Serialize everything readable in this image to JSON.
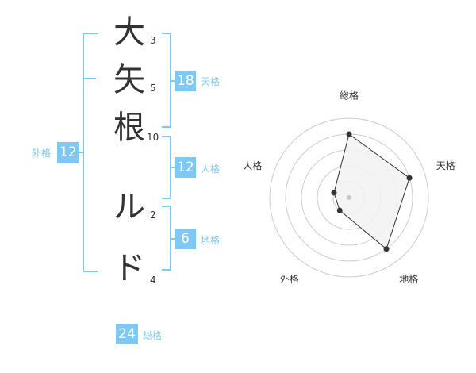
{
  "name": {
    "chars": [
      {
        "char": "大",
        "strokes": "3"
      },
      {
        "char": "矢",
        "strokes": "5"
      },
      {
        "char": "根",
        "strokes": "10"
      },
      {
        "char": "ル",
        "strokes": "2"
      },
      {
        "char": "ド",
        "strokes": "4"
      }
    ]
  },
  "fortune": {
    "tenkaku": {
      "value": "18",
      "label": "天格"
    },
    "jinkaku": {
      "value": "12",
      "label": "人格"
    },
    "chikaku": {
      "value": "6",
      "label": "地格"
    },
    "gaikaku": {
      "value": "12",
      "label": "外格"
    },
    "soukaku": {
      "value": "24",
      "label": "総格"
    }
  },
  "chart_data": {
    "type": "radar",
    "axes": [
      "総格",
      "天格",
      "地格",
      "外格",
      "人格"
    ],
    "values": [
      4,
      4,
      4,
      1,
      1
    ],
    "max": 5,
    "rings": 5,
    "colors": {
      "line": "#333333",
      "fill": "#f2f2f2",
      "grid": "#cccccc",
      "center": "#c8c8c8"
    }
  },
  "colors": {
    "accent": "#7dc8f5",
    "text": "#333333"
  }
}
